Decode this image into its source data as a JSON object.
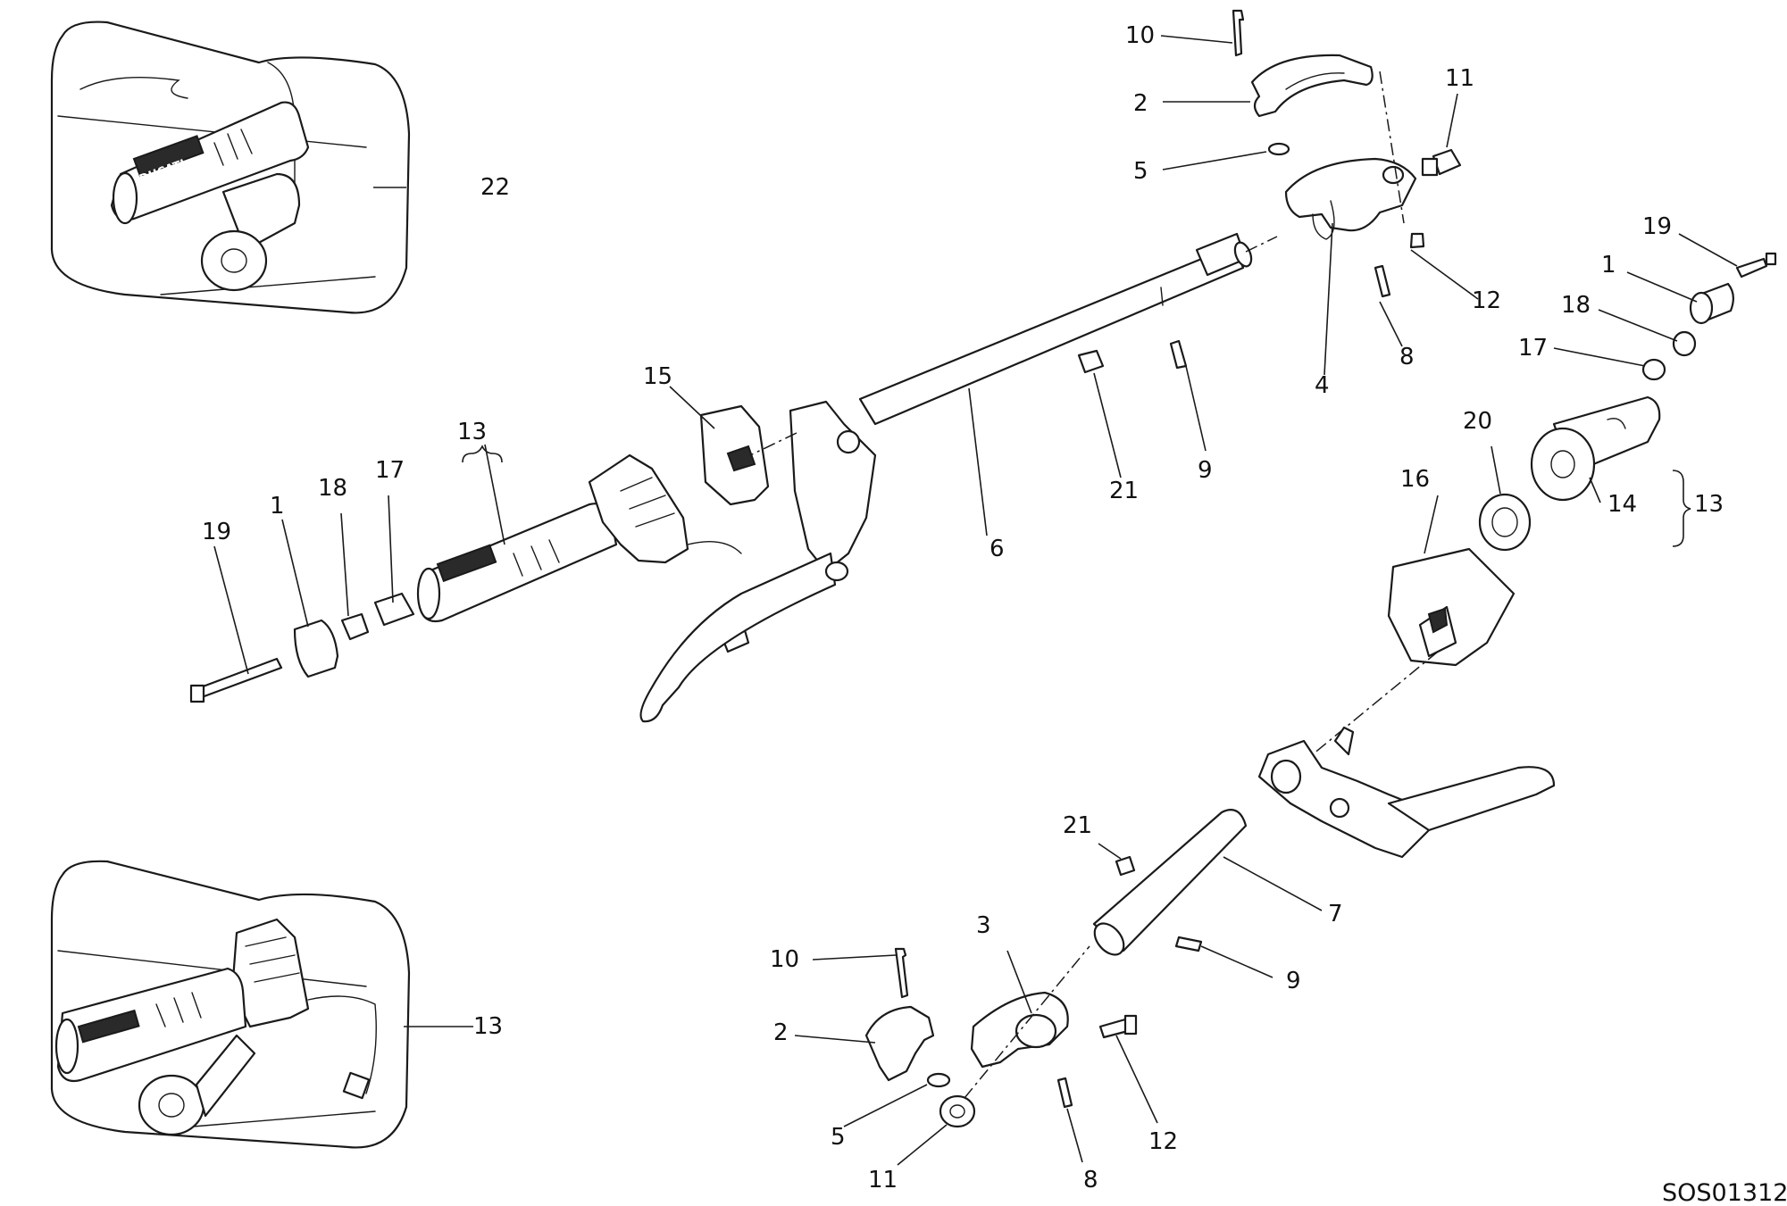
{
  "diagram_code": "SOS01312",
  "grip_logo_text": "DUCATI",
  "callouts": {
    "c10_top": "10",
    "c2_top": "2",
    "c5_top": "5",
    "c11_top": "11",
    "c12_top": "12",
    "c19_right": "19",
    "c1_right": "1",
    "c18_right": "18",
    "c17_right": "17",
    "c8_top": "8",
    "c4": "4",
    "c22": "22",
    "c15": "15",
    "c13_left": "13",
    "c17_left": "17",
    "c18_left": "18",
    "c1_left": "1",
    "c19_left": "19",
    "c6": "6",
    "c21_top": "21",
    "c9_top": "9",
    "c20": "20",
    "c16": "16",
    "c14": "14",
    "c13_right": "13",
    "c13_inset": "13",
    "c21_bottom": "21",
    "c7": "7",
    "c3": "3",
    "c10_bottom": "10",
    "c2_bottom": "2",
    "c9_bottom": "9",
    "c5_bottom": "5",
    "c12_bottom": "12",
    "c11_bottom": "11",
    "c8_bottom": "8"
  }
}
